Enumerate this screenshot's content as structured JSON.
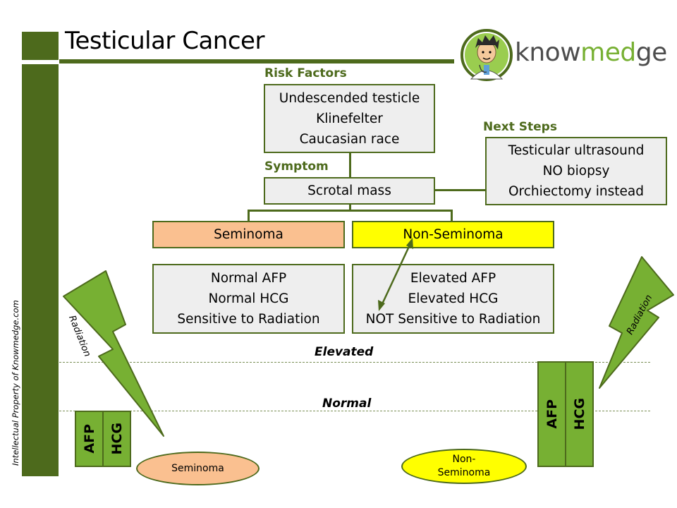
{
  "title": "Testicular Cancer",
  "side_text": "Intellectual Property of Knowmedge.com",
  "logo": {
    "part1": "know",
    "part2": "med",
    "part3": "ge",
    "color_dark": "#4d4d4d",
    "color_accent": "#77b033"
  },
  "risk_factors": {
    "label": "Risk Factors",
    "items": [
      "Undescended testicle",
      "Klinefelter",
      "Caucasian race"
    ]
  },
  "symptom": {
    "label": "Symptom",
    "text": "Scrotal mass"
  },
  "next_steps": {
    "label": "Next Steps",
    "items": [
      "Testicular ultrasound",
      "NO biopsy",
      "Orchiectomy instead"
    ]
  },
  "seminoma": {
    "label": "Seminoma",
    "color": "#fac090",
    "items": [
      "Normal AFP",
      "Normal HCG",
      "Sensitive to Radiation"
    ]
  },
  "non_seminoma": {
    "label": "Non-Seminoma",
    "color": "#ffff00",
    "items": [
      "Elevated AFP",
      "Elevated HCG",
      "NOT Sensitive to Radiation"
    ]
  },
  "levels": {
    "elevated": "Elevated",
    "normal": "Normal"
  },
  "radiation_label": "Radiation",
  "markers": {
    "afp": "AFP",
    "hcg": "HCG"
  },
  "ellipses": {
    "seminoma": "Seminoma",
    "non_seminoma_line1": "Non-",
    "non_seminoma_line2": "Seminoma"
  },
  "colors": {
    "dark_green": "#4d6a1c",
    "light_green": "#77b033",
    "box_gray": "#eeeeee"
  }
}
